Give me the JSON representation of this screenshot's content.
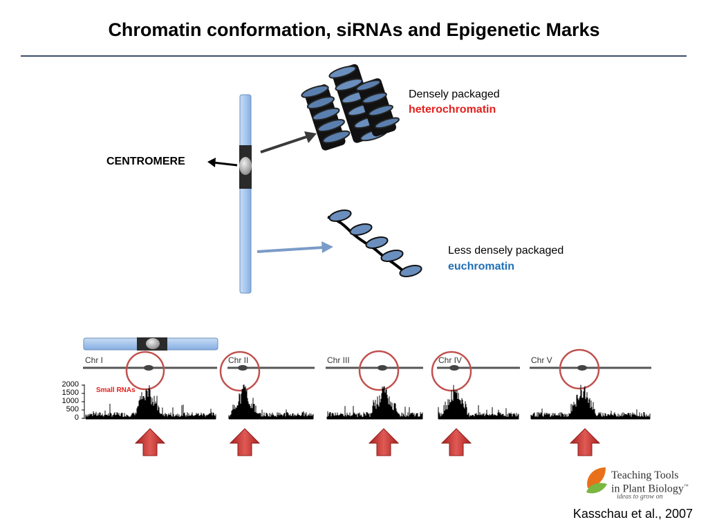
{
  "title": "Chromatin conformation, siRNAs and Epigenetic Marks",
  "labels": {
    "centromere": "CENTROMERE",
    "hetero_line1": "Densely packaged",
    "hetero_line2": "heterochromatin",
    "eu_line1": "Less densely packaged",
    "eu_line2": "euchromatin",
    "small_rnas": "Small RNAs"
  },
  "chromosomes": [
    "Chr I",
    "Chr II",
    "Chr III",
    "Chr IV",
    "Chr V"
  ],
  "yaxis_ticks": [
    "2000",
    "1500",
    "1000",
    "500",
    "0"
  ],
  "logo": {
    "line1": "Teaching Tools",
    "line2": "in Plant Biology",
    "tm": "™",
    "tagline": "ideas to grow on"
  },
  "citation": "Kasschau et al., 2007",
  "colors": {
    "heterochromatin": "#e0211d",
    "euchromatin": "#1f6fb5",
    "chromosome_fill": "#a9c8ef",
    "arrow_red": "#c4312f",
    "circle_red": "#c0504d"
  }
}
